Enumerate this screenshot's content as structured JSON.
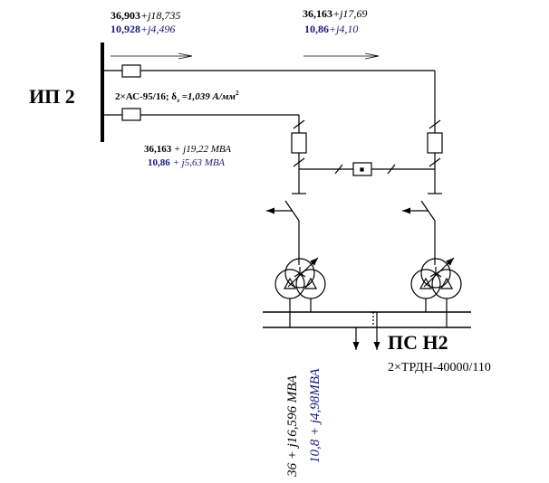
{
  "colors": {
    "black": "#000000",
    "blue": "#1a1a7a"
  },
  "source_label": "ИП 2",
  "substation_label": "ПС Н2",
  "transformer_spec": "2×ТРДН-40000/110",
  "line": {
    "spec_prefix": "2×АС-95/16; δ",
    "spec_sub": "э",
    "spec_value": " =1,039 А/мм",
    "spec_sup": "2"
  },
  "flows": {
    "top_left": {
      "black_re": "36,903",
      "black_im": "+j18,735",
      "blue_re": "10,928",
      "blue_im": "+j4,496"
    },
    "top_right": {
      "black_re": "36,163",
      "black_im": "+j17,69",
      "blue_re": "10,86",
      "blue_im": "+j4,10"
    },
    "mid": {
      "black_re": "36,163",
      "black_im": " + j19,22 МВА",
      "blue_re": "10,86",
      "blue_im": " + j5,63 МВА"
    },
    "load": {
      "black": "36 + j16,596 МВА",
      "blue": "10,8 + j4,98МВА"
    }
  }
}
